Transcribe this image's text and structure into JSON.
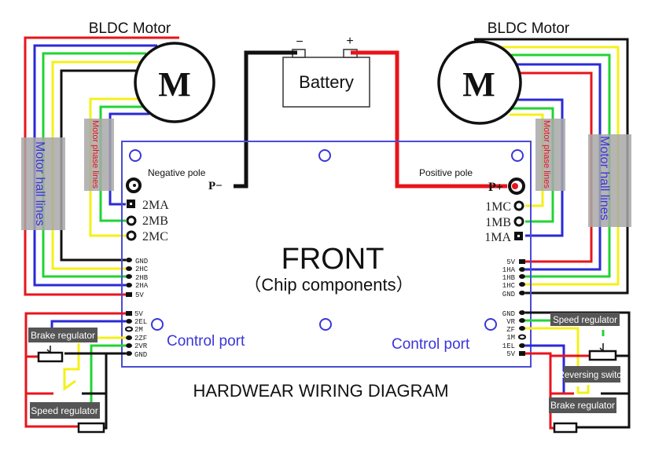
{
  "title": "HARDWEAR WIRING DIAGRAM",
  "colors": {
    "red": "#e8141b",
    "blue": "#2a2ad6",
    "green": "#22d433",
    "yellow": "#f4f01a",
    "black": "#111111",
    "board_outline": "#4a4ad8",
    "label_blue": "#3a36d8",
    "tag_bg": "#555555",
    "sleeve_bg": "#a8a8a8"
  },
  "board": {
    "heading": "FRONT",
    "subheading": "（Chip components）",
    "left_control_label": "Control port",
    "right_control_label": "Control port"
  },
  "battery": {
    "label": "Battery",
    "negative_symbol": "−",
    "positive_symbol": "+"
  },
  "power": {
    "negative_label": "Negative pole",
    "negative_pin": "P−",
    "positive_label": "Positive pole",
    "positive_pin": "P+"
  },
  "motors": {
    "left": {
      "label": "BLDC Motor",
      "symbol": "M",
      "hall_sleeve": "Motor hall lines",
      "phase_sleeve": "Motor phase lines"
    },
    "right": {
      "label": "BLDC Motor",
      "symbol": "M",
      "hall_sleeve": "Motor hall lines",
      "phase_sleeve": "Motor phase lines"
    }
  },
  "phase_pins": {
    "left": [
      "2MA",
      "2MB",
      "2MC"
    ],
    "right": [
      "1MC",
      "1MB",
      "1MA"
    ]
  },
  "hall_pins": {
    "left": [
      "GND",
      "2HC",
      "2HB",
      "2HA",
      "5V"
    ],
    "right": [
      "5V",
      "1HA",
      "1HB",
      "1HC",
      "GND"
    ]
  },
  "control_pins": {
    "left": [
      "5V",
      "2EL",
      "2M",
      "2ZF",
      "2VR",
      "GND"
    ],
    "right": [
      "GND",
      "VR",
      "ZF",
      "1M",
      "1EL",
      "5V"
    ]
  },
  "peripherals": {
    "left": [
      "Brake regulator",
      "Speed regulator"
    ],
    "right": [
      "Speed regulator",
      "Reversing switch",
      "Brake regulator"
    ]
  }
}
